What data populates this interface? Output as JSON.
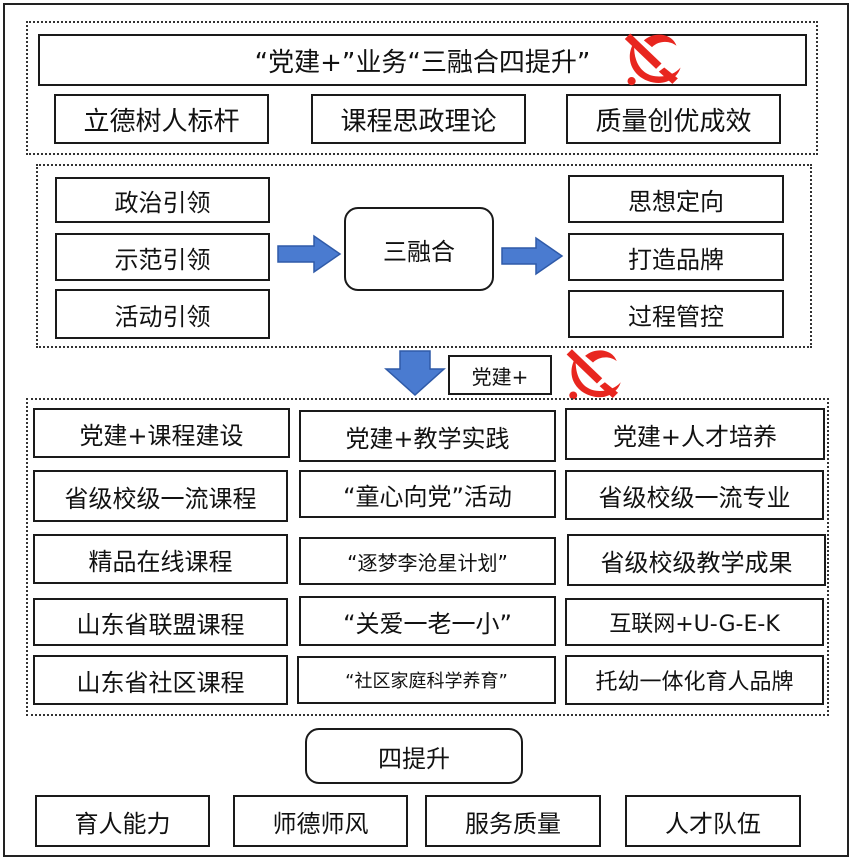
{
  "header": {
    "title": "“党建+”业务“三融合四提升”",
    "sub": [
      "立德树人标杆",
      "课程思政理论",
      "质量创优成效"
    ]
  },
  "fusion": {
    "left": [
      "政治引领",
      "示范引领",
      "活动引领"
    ],
    "center": "三融合",
    "right": [
      "思想定向",
      "打造品牌",
      "过程管控"
    ]
  },
  "party_plus": "党建+",
  "columns": [
    {
      "head": "党建+课程建设",
      "items": [
        "省级校级一流课程",
        "精品在线课程",
        "山东省联盟课程",
        "山东省社区课程"
      ]
    },
    {
      "head": "党建+教学实践",
      "items": [
        "“童心向党”活动",
        "“逐梦李沧星计划”",
        "“关爱一老一小”",
        "“社区家庭科学养育”"
      ]
    },
    {
      "head": "党建+人才培养",
      "items": [
        "省级校级一流专业",
        "省级校级教学成果",
        "互联网+U-G-E-K",
        "托幼一体化育人品牌"
      ]
    }
  ],
  "four": {
    "title": "四提升",
    "items": [
      "育人能力",
      "师德师风",
      "服务质量",
      "人才队伍"
    ]
  },
  "colors": {
    "emblem": "#e8261f",
    "arrow": "#4a7bd0",
    "arrow_edge": "#2f5aa8",
    "line": "#1a1a1a"
  },
  "icons": [
    "party-emblem-icon",
    "arrow-right-icon",
    "arrow-down-icon"
  ]
}
